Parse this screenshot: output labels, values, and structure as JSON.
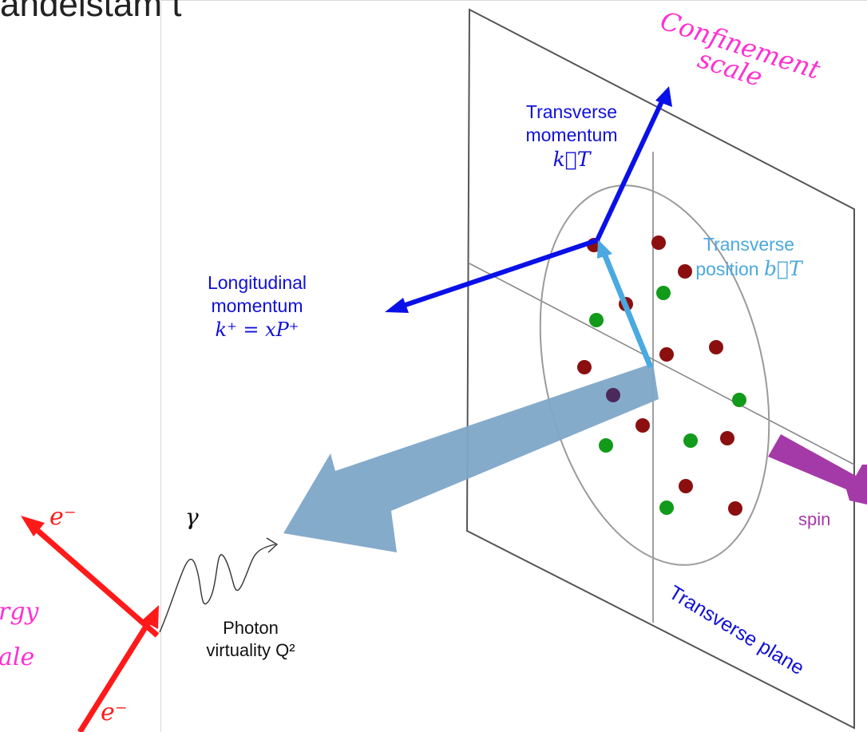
{
  "colors": {
    "blue_arrow": "#0a10e8",
    "cyan_arrow": "#4aa9e0",
    "beam": "#7ea6c8",
    "red_dot": "#8b0f0f",
    "green_dot": "#129a1a",
    "purple_dot": "#4a2a5a",
    "spin": "#a43aa8",
    "electron": "#ff1a1a",
    "magenta": "#ff30d0",
    "dark_blue_text": "#1010d8",
    "plane": "#555555"
  },
  "labels": {
    "top_cut": "andelstam t",
    "confinement_1": "Confinement",
    "confinement_2": "scale",
    "kt_line1": "Transverse",
    "kt_line2": "momentum",
    "kt_math": "k⃗T",
    "bt_line1": "Transverse",
    "bt_line2": "position",
    "bt_math": "b⃗T",
    "long_line1": "Longitudinal",
    "long_line2": "momentum",
    "long_math": "k⁺ = xP⁺",
    "spin": "spin",
    "gamma": "γ",
    "photon_line1": "Photon",
    "photon_line2": "virtuality Q²",
    "transverse_plane": "Transverse plane",
    "electron_out": "e⁻",
    "electron_in": "e⁻",
    "energy_fragment": "rgy",
    "scale_fragment": "ale"
  }
}
